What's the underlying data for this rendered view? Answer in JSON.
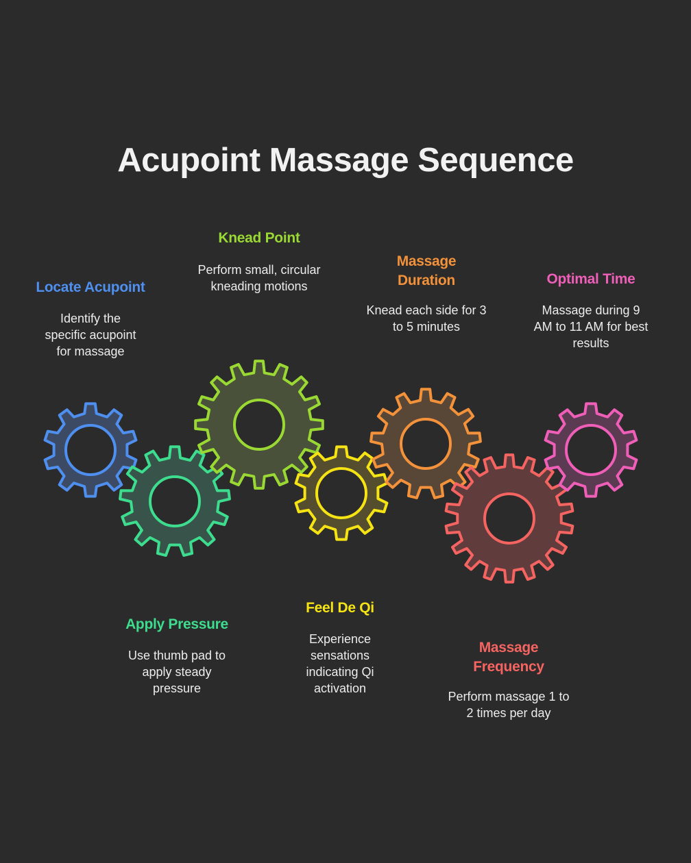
{
  "title": "Acupoint Massage Sequence",
  "steps": [
    {
      "id": "locate-acupoint",
      "heading": "Locate Acupoint",
      "description": "Identify the specific acupoint for massage",
      "color": "#4f8ff0",
      "fill": "#3c4a63",
      "teeth": 10
    },
    {
      "id": "apply-pressure",
      "heading": "Apply Pressure",
      "description": "Use thumb pad to apply steady pressure",
      "color": "#3ddc8e",
      "fill": "#38544a",
      "teeth": 13
    },
    {
      "id": "knead-point",
      "heading": "Knead Point",
      "description": "Perform small, circular kneading motions",
      "color": "#9ad833",
      "fill": "#4a513a",
      "teeth": 16
    },
    {
      "id": "feel-de-qi",
      "heading": "Feel De Qi",
      "description": "Experience sensations indicating Qi activation",
      "color": "#f6e313",
      "fill": "#544d2e",
      "teeth": 10
    },
    {
      "id": "massage-duration",
      "heading": "Massage Duration",
      "description": "Knead each side for 3 to 5 minutes",
      "color": "#f3923a",
      "fill": "#584637",
      "teeth": 13
    },
    {
      "id": "massage-frequency",
      "heading": "Massage Frequency",
      "description": "Perform massage 1 to 2 times per day",
      "color": "#f66461",
      "fill": "#613c3c",
      "teeth": 18
    },
    {
      "id": "optimal-time",
      "heading": "Optimal Time",
      "description": "Massage during 9 AM to 11 AM for best results",
      "color": "#ef5fb8",
      "fill": "#5a3b52",
      "teeth": 10
    }
  ]
}
